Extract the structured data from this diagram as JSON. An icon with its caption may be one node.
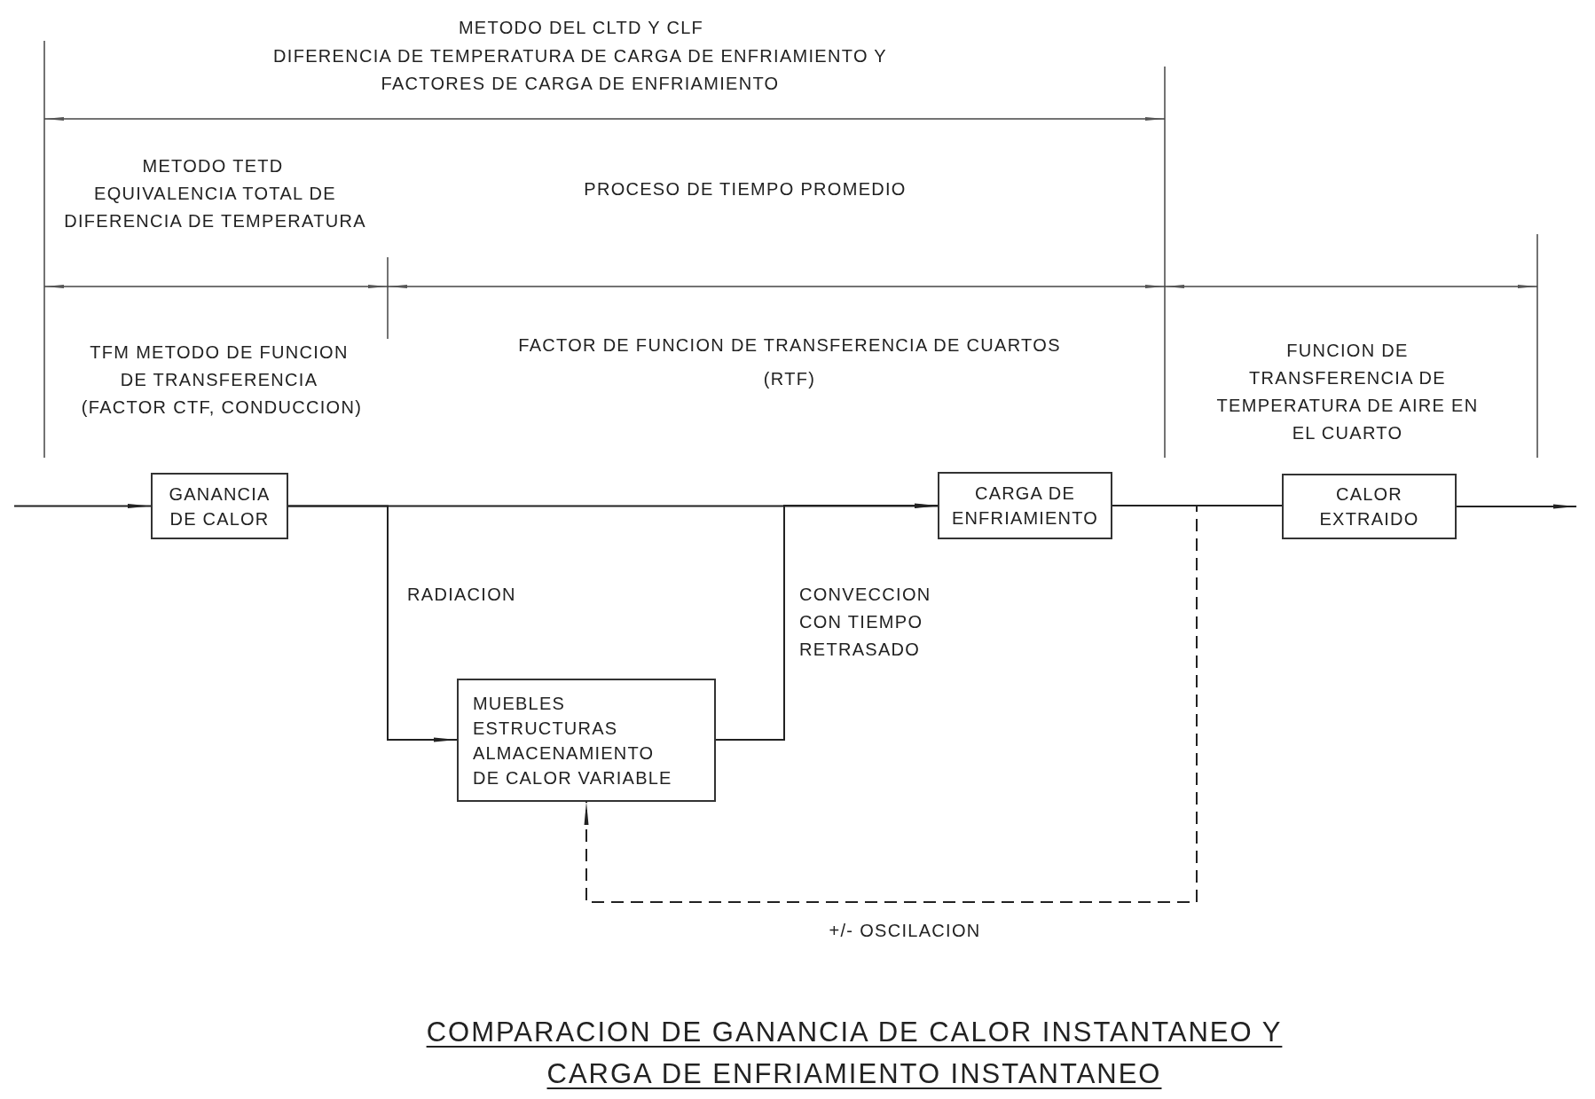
{
  "diagram": {
    "caption": "COMPARACION DE GANANCIA DE CALOR INSTANTANEO Y CARGA DE ENFRIAMIENTO INSTANTANEO",
    "nodes": [
      {
        "text": [
          "GANANCIA DE CALOR"
        ]
      },
      {
        "text": [
          "CARGA DE ENFRIAMIENTO"
        ]
      },
      {
        "text": [
          "CALOR EXTRAIDO"
        ]
      },
      {
        "text": [
          "MUEBLES",
          "ESTRUCTURAS",
          "ALMACENAMIENTO",
          "DE CALOR VARIABLE"
        ]
      }
    ],
    "edges": [
      {
        "from": null,
        "to": 0,
        "arrow": "to"
      },
      {
        "from": 0,
        "to": 1,
        "arrow": "to"
      },
      {
        "from": 0,
        "to": 3,
        "arrow": "to",
        "label": "RADIACION"
      },
      {
        "from": 3,
        "to": 1,
        "arrow": "to",
        "label": "CONVECCION CON TIEMPO RETRASADO"
      },
      {
        "from": 1,
        "to": 2,
        "arrow": "none"
      },
      {
        "from": 2,
        "to": null,
        "arrow": "to"
      },
      {
        "from": 1,
        "to": 3,
        "arrow": "to",
        "style": "dashed",
        "label": "+/- OSCILACION"
      }
    ],
    "labels": [
      "METODO DEL CLTD Y CLF",
      "DIFERENCIA DE TEMPERATURA DE CARGA DE ENFRIAMIENTO Y FACTORES DE CARGA DE ENFRIAMIENTO",
      "METODO TETD",
      "EQUIVALENCIA TOTAL DE DIFERENCIA DE TEMPERATURA",
      "PROCESO DE TIEMPO PROMEDIO",
      "TFM METODO DE FUNCION DE TRANSFERENCIA",
      "(FACTOR CTF, CONDUCCION)",
      "FACTOR DE FUNCION DE TRANSFERENCIA DE CUARTOS",
      "(RTF)",
      "FUNCION DE TRANSFERENCIA DE TEMPERATURA DE AIRE EN EL CUARTO"
    ]
  }
}
